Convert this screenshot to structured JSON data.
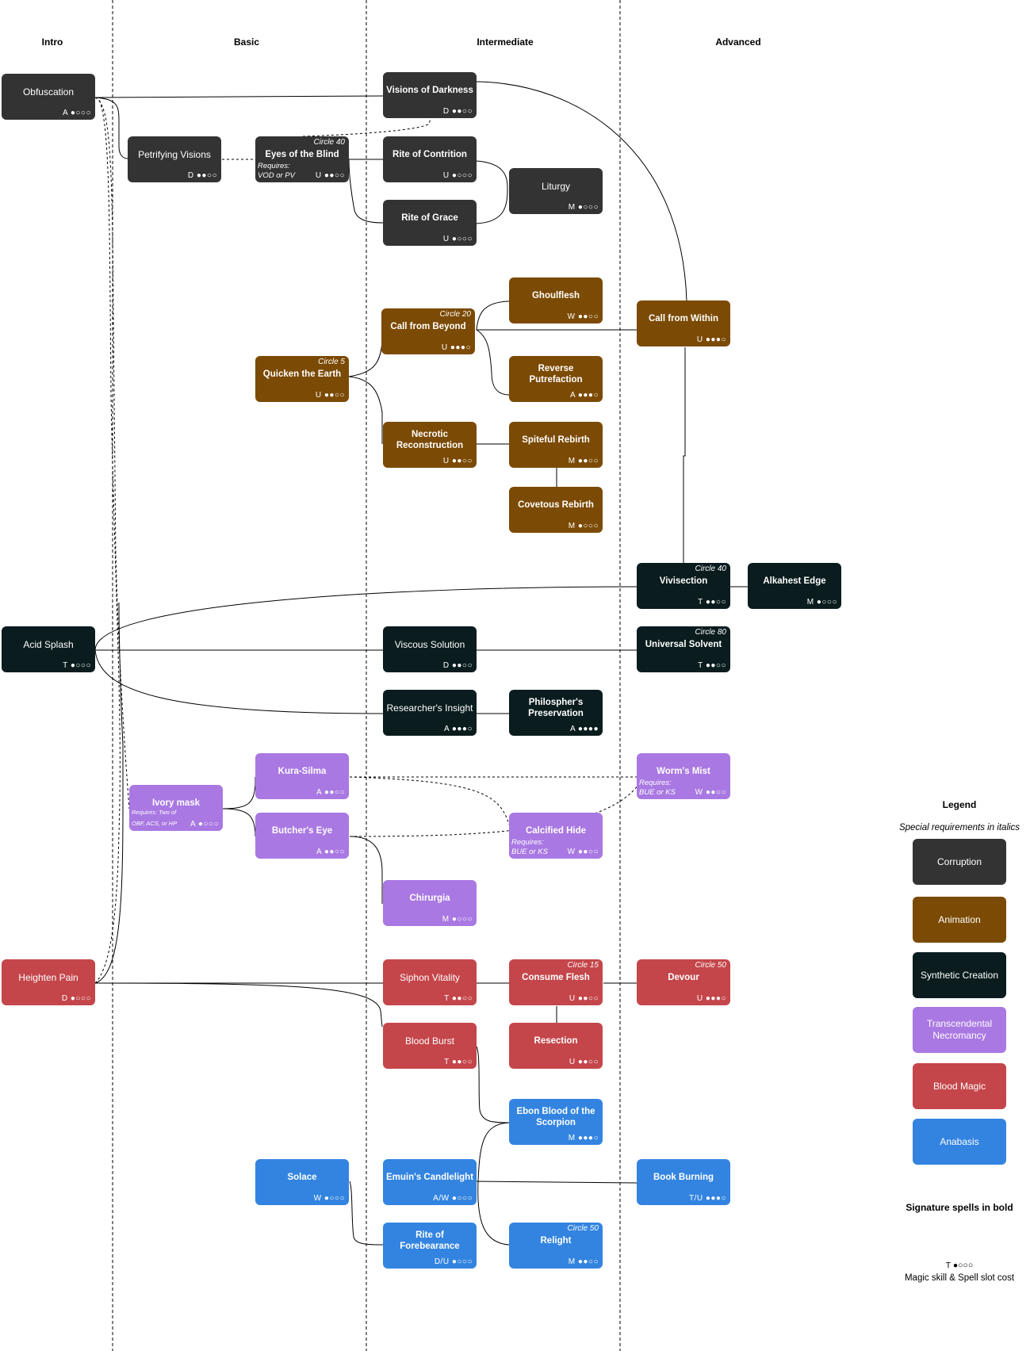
{
  "columns": [
    "Intro",
    "Basic",
    "Intermediate",
    "Advanced"
  ],
  "nodes": {
    "obfuscation": {
      "name": "Obfuscation",
      "cost": "A ●○○○",
      "color": "corruption",
      "signature": false
    },
    "visions": {
      "name": "Visions of Darkness",
      "cost": "D ●●○○",
      "color": "corruption",
      "signature": true
    },
    "petrifying": {
      "name": "Petrifying Visions",
      "cost": "D ●●○○",
      "color": "corruption",
      "signature": false
    },
    "eyes": {
      "name": "Eyes of the Blind",
      "cost": "U ●●○○",
      "circle": "Circle 40",
      "req": "Requires:\nVOD or PV",
      "color": "corruption",
      "signature": true
    },
    "contrition": {
      "name": "Rite of Contrition",
      "cost": "U ●○○○",
      "color": "corruption",
      "signature": true
    },
    "grace": {
      "name": "Rite of Grace",
      "cost": "U ●○○○",
      "color": "corruption",
      "signature": true
    },
    "liturgy": {
      "name": "Liturgy",
      "cost": "M ●○○○",
      "color": "corruption",
      "signature": false
    },
    "ghoulflesh": {
      "name": "Ghoulflesh",
      "cost": "W ●●○○",
      "color": "animation",
      "signature": true
    },
    "callbeyond": {
      "name": "Call from Beyond",
      "cost": "U ●●●○",
      "circle": "Circle 20",
      "color": "animation",
      "signature": true
    },
    "callwithin": {
      "name": "Call from Within",
      "cost": "U ●●●○",
      "color": "animation",
      "signature": true
    },
    "quicken": {
      "name": "Quicken the Earth",
      "cost": "U ●●○○",
      "circle": "Circle 5",
      "color": "animation",
      "signature": true
    },
    "reverse": {
      "name": "Reverse Putrefaction",
      "cost": "A ●●●○",
      "color": "animation",
      "signature": true
    },
    "necrotic": {
      "name": "Necrotic Reconstruction",
      "cost": "U ●●○○",
      "color": "animation",
      "signature": true
    },
    "spiteful": {
      "name": "Spiteful Rebirth",
      "cost": "M ●●○○",
      "color": "animation",
      "signature": true
    },
    "covetous": {
      "name": "Covetous Rebirth",
      "cost": "M ●○○○",
      "color": "animation",
      "signature": true
    },
    "vivisection": {
      "name": "Vivisection",
      "cost": "T ●●○○",
      "circle": "Circle 40",
      "color": "synthetic",
      "signature": true
    },
    "alkahest": {
      "name": "Alkahest Edge",
      "cost": "M ●○○○",
      "color": "synthetic",
      "signature": true
    },
    "acidsplash": {
      "name": "Acid Splash",
      "cost": "T ●○○○",
      "color": "synthetic",
      "signature": false
    },
    "viscous": {
      "name": "Viscous Solution",
      "cost": "D ●●○○",
      "color": "synthetic",
      "signature": false
    },
    "universal": {
      "name": "Universal Solvent",
      "cost": "T ●●○○",
      "circle": "Circle 80",
      "color": "synthetic",
      "signature": true
    },
    "researcher": {
      "name": "Researcher's Insight",
      "cost": "A ●●●○",
      "color": "synthetic",
      "signature": false
    },
    "philospher": {
      "name": "Philospher's Preservation",
      "cost": "A ●●●●",
      "color": "synthetic",
      "signature": true
    },
    "kurasilma": {
      "name": "Kura-Silma",
      "cost": "A ●●○○",
      "color": "transc",
      "signature": true
    },
    "wormsmist": {
      "name": "Worm's Mist",
      "cost": "W ●●○○",
      "req": "Requires:\nBUE or KS",
      "color": "transc",
      "signature": true
    },
    "ivorymask": {
      "name": "Ivory mask",
      "cost": "A ●○○○",
      "req": "Requires: Two of\nOBF, ACS, or HP",
      "color": "transc",
      "signature": true
    },
    "butcherseye": {
      "name": "Butcher's Eye",
      "cost": "A ●●○○",
      "color": "transc",
      "signature": true
    },
    "calcified": {
      "name": "Calcified Hide",
      "cost": "W ●●○○",
      "req": "Requires:\nBUE or KS",
      "color": "transc",
      "signature": true
    },
    "chirurgia": {
      "name": "Chirurgia",
      "cost": "M ●○○○",
      "color": "transc",
      "signature": true
    },
    "heighten": {
      "name": "Heighten Pain",
      "cost": "D ●○○○",
      "color": "blood",
      "signature": false
    },
    "siphon": {
      "name": "Siphon Vitality",
      "cost": "T ●●○○",
      "color": "blood",
      "signature": false
    },
    "consume": {
      "name": "Consume Flesh",
      "cost": "U ●●○○",
      "circle": "Circle 15",
      "color": "blood",
      "signature": true
    },
    "devour": {
      "name": "Devour",
      "cost": "U ●●●○",
      "circle": "Circle 50",
      "color": "blood",
      "signature": true
    },
    "bloodburst": {
      "name": "Blood Burst",
      "cost": "T ●●○○",
      "color": "blood",
      "signature": false
    },
    "resection": {
      "name": "Resection",
      "cost": "U ●●○○",
      "color": "blood",
      "signature": true
    },
    "ebon": {
      "name": "Ebon Blood of the Scorpion",
      "cost": "M ●●●○",
      "color": "anabasis",
      "signature": true
    },
    "solace": {
      "name": "Solace",
      "cost": "W ●○○○",
      "color": "anabasis",
      "signature": true
    },
    "emuin": {
      "name": "Emuin's Candlelight",
      "cost": "A/W ●○○○",
      "color": "anabasis",
      "signature": true
    },
    "bookburning": {
      "name": "Book Burning",
      "cost": "T/U ●●●○",
      "color": "anabasis",
      "signature": true
    },
    "forebearance": {
      "name": "Rite of Forebearance",
      "cost": "D/U ●○○○",
      "color": "anabasis",
      "signature": true
    },
    "relight": {
      "name": "Relight",
      "cost": "M ●●○○",
      "circle": "Circle 50",
      "color": "anabasis",
      "signature": true
    }
  },
  "legend": {
    "title": "Legend",
    "subtitle": "Special requirements in italics",
    "items": [
      "Corruption",
      "Animation",
      "Synthetic Creation",
      "Transcendental Necromancy",
      "Blood Magic",
      "Anabasis"
    ],
    "signature_note": "Signature spells in bold",
    "cost_example": "T ●○○○",
    "cost_note": "Magic skill & Spell slot cost"
  },
  "colors": {
    "corruption": "#333333",
    "animation": "#7b4a04",
    "synthetic": "#0a1c1e",
    "transc": "#a978e2",
    "blood": "#c4464a",
    "anabasis": "#3384e0"
  }
}
